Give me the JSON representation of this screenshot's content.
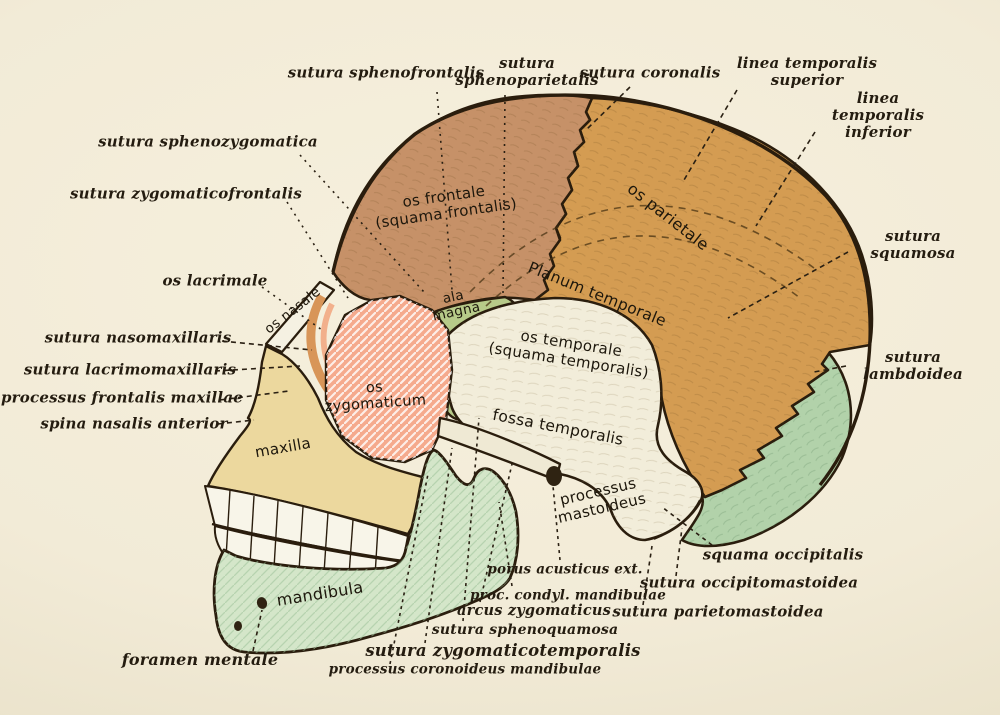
{
  "plate": {
    "colors": {
      "background": "#f1ead7",
      "outline": "#2a1d0d",
      "frontal": "#c69168",
      "parietal": "#d49c52",
      "temporal": "#f2edda",
      "ala_magna": "#b7ca89",
      "zygomatic": "#f5aa8d",
      "nasal": "#f5f1e2",
      "orbit_rim": "#d89558",
      "orbit_inner": "#f2b08c",
      "maxilla": "#ecd89e",
      "mandible": "#d4e6c9",
      "occipital": "#b2d2aa",
      "teeth": "#f8f5e9",
      "arch": "#efe9d4",
      "ear": "#2f2312"
    }
  },
  "labels": {
    "pointer": [
      {
        "text": "sutura sphenofrontalis"
      },
      {
        "text": "sutura\nsphenoparietalis"
      },
      {
        "text": "sutura coronalis"
      },
      {
        "text": "linea temporalis superior"
      },
      {
        "text": "linea temporalis inferior"
      },
      {
        "text": "sutura squamosa"
      },
      {
        "text": "sutura lambdoidea"
      },
      {
        "text": "sutura sphenozygomatica"
      },
      {
        "text": "sutura zygomaticofrontalis"
      },
      {
        "text": "os lacrimale"
      },
      {
        "text": "sutura nasomaxillaris"
      },
      {
        "text": "sutura lacrimomaxillaris"
      },
      {
        "text": "processus frontalis maxillae"
      },
      {
        "text": "spina nasalis anterior"
      },
      {
        "text": "foramen mentale"
      },
      {
        "text": "porus acusticus ext."
      },
      {
        "text": "proc. condyl. mandibulae"
      },
      {
        "text": "arcus zygomaticus"
      },
      {
        "text": "sutura sphenoquamosa"
      },
      {
        "text": "sutura zygomaticotemporalis"
      },
      {
        "text": "processus coronoideus mandibulae"
      },
      {
        "text": "squama occipitalis"
      },
      {
        "text": "sutura occipitomastoidea"
      },
      {
        "text": "sutura parietomastoidea"
      }
    ],
    "bone": [
      {
        "text": "os frontale\n(squama frontalis)"
      },
      {
        "text": "os parietale"
      },
      {
        "text": "Planum temporale"
      },
      {
        "text": "ala\nmagna"
      },
      {
        "text": "os temporale\n(squama temporalis)"
      },
      {
        "text": "fossa temporalis"
      },
      {
        "text": "os nasale"
      },
      {
        "text": "os\nzygomaticum"
      },
      {
        "text": "maxilla"
      },
      {
        "text": "mandibula"
      },
      {
        "text": "processus\nmastoideus"
      }
    ]
  }
}
